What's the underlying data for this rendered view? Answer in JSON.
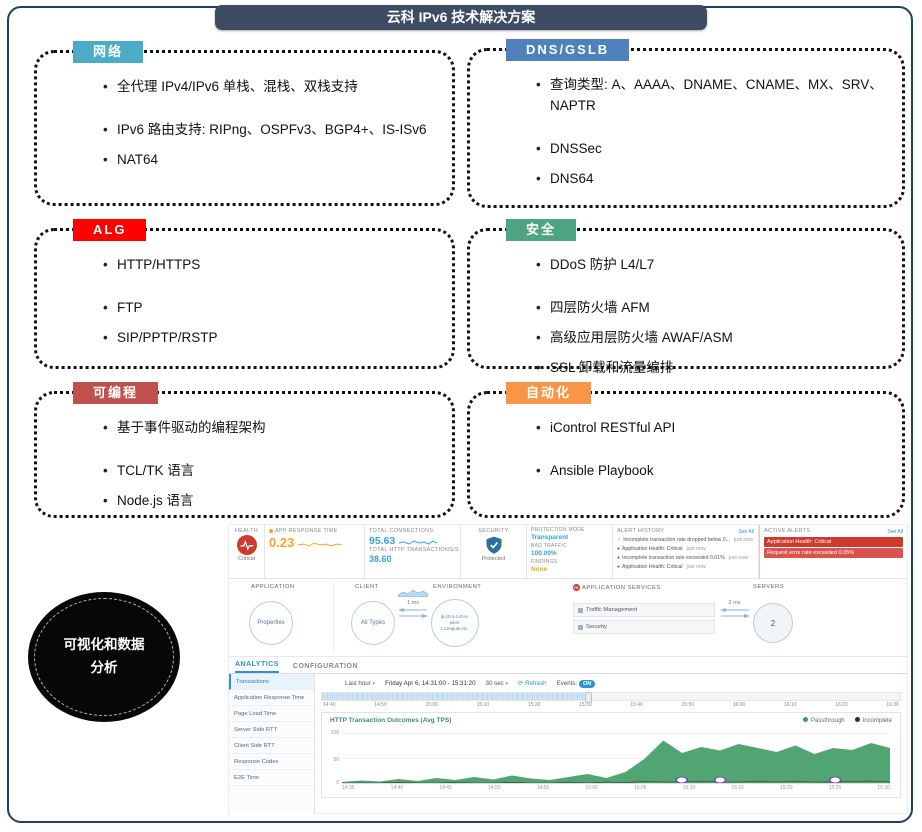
{
  "page": {
    "title": "云科 IPv6 技术解决方案"
  },
  "boxes": [
    {
      "label": "网络",
      "color": "#4bacc6",
      "bullets": [
        "全代理 IPv4/IPv6 单栈、混栈、双栈支持",
        "IPv6 路由支持: RIPng、OSPFv3、BGP4+、IS-ISv6",
        "NAT64"
      ]
    },
    {
      "label": "DNS/GSLB",
      "color": "#4f81bd",
      "bullets": [
        "查询类型: A、AAAA、DNAME、CNAME、MX、SRV、NAPTR",
        "DNSSec",
        "DNS64"
      ]
    },
    {
      "label": "ALG",
      "color": "#ff0000",
      "bullets": [
        "HTTP/HTTPS",
        "FTP",
        "SIP/PPTP/RSTP"
      ]
    },
    {
      "label": "安全",
      "color": "#4fa583",
      "bullets": [
        "DDoS 防护 L4/L7",
        "四层防火墙 AFM",
        "高级应用层防火墙 AWAF/ASM",
        "SSL 卸载和流量编排"
      ]
    },
    {
      "label": "可编程",
      "color": "#c0504d",
      "bullets": [
        "基于事件驱动的编程架构",
        "TCL/TK 语言",
        "Node.js 语言"
      ]
    },
    {
      "label": "自动化",
      "color": "#f79646",
      "bullets": [
        "iControl RESTful API",
        "Ansible Playbook"
      ]
    }
  ],
  "badge": {
    "text": "可视化和数据分析"
  },
  "dashboard": {
    "palette": {
      "blue": "#36a3dc",
      "orange": "#f5a623",
      "red": "#cf3a2f",
      "green": "#3e9b63",
      "dark": "#2d2d2d",
      "accent": "#2e95d3",
      "purple": "#7b4fa6"
    },
    "health": {
      "label": "HEALTH",
      "status": "Critical"
    },
    "app_response": {
      "label": "APP RESPONSE TIME",
      "value": "0.23"
    },
    "connections": {
      "label": "TOTAL CONNECTIONS:",
      "value": "95.63",
      "label2": "TOTAL HTTP TRANSACTIONS/S",
      "value2": "38.60"
    },
    "security": {
      "label": "SECURITY",
      "status": "Protected"
    },
    "protection": {
      "label": "PROTECTION MODE",
      "mode": "Transparent",
      "bad_traffic_label": "BAD TRAFFIC",
      "bad_traffic": "100.00%",
      "findings_label": "FINDINGS",
      "findings": "None"
    },
    "alert_history": {
      "label": "ALERT HISTORY",
      "see_all": "See All",
      "items": [
        {
          "icon": "✓",
          "icon_color": "#5cb85c",
          "text": "Incomplete transaction rate dropped below 0...",
          "time": "just now"
        },
        {
          "icon": "●",
          "icon_color": "#cf3a2f",
          "text": "Application Health: Critical",
          "time": "just now"
        },
        {
          "icon": "●",
          "icon_color": "#cf3a2f",
          "text": "Incomplete transaction rate exceeded 0.01%",
          "time": "just now"
        },
        {
          "icon": "●",
          "icon_color": "#cf3a2f",
          "text": "Application Health: Critical",
          "time": "just now"
        }
      ]
    },
    "active_alerts": {
      "label": "ACTIVE ALERTS",
      "see_all": "See All",
      "items": [
        "Application Health: Critical",
        "Request error rate exceeded 0.05%"
      ]
    },
    "map": {
      "application_label": "APPLICATION",
      "application_node": "Properties",
      "client_label": "CLIENT",
      "client_node": "All Types",
      "latency1": "1 ms",
      "environment_label": "ENVIRONMENT",
      "environment_node": "ip-10-1-1-8.us-west-2.compute.int...",
      "services_label": "APPLICATION SERVICES",
      "services": [
        "Traffic Management",
        "Security"
      ],
      "latency2": "2 ms",
      "servers_label": "SERVERS",
      "servers_count": "2"
    },
    "tabs": {
      "analytics": "ANALYTICS",
      "configuration": "CONFIGURATION"
    },
    "sidebar": [
      "Transactions",
      "Application Response Time",
      "Page Load Time",
      "Server Side RTT",
      "Client Side RTT",
      "Response Codes",
      "E2E Time"
    ],
    "toolbar": {
      "range": "Last hour",
      "date": "Friday Apr 6, 14:31:00 - 15:31:20",
      "interval": "30 sec",
      "refresh": "Refresh",
      "events_label": "Events:",
      "events_state": "ON"
    },
    "timeline_ticks": [
      "14:40",
      "14:50",
      "15:00",
      "15:10",
      "15:20",
      "15:30",
      "15:40",
      "15:50",
      "16:00",
      "16:10",
      "16:20",
      "16:30"
    ],
    "chart_data": {
      "type": "area",
      "title": "HTTP Transaction Outcomes (Avg TPS)",
      "ylim": [
        0,
        100
      ],
      "yticks": [
        "100",
        "50",
        "0"
      ],
      "xticks": [
        "14:35",
        "14:40",
        "14:45",
        "14:50",
        "14:55",
        "15:00",
        "15:05",
        "15:10",
        "15:15",
        "15:20",
        "15:25",
        "15:30"
      ],
      "legend": [
        {
          "name": "Passthrough",
          "color": "#3e9b63"
        },
        {
          "name": "Incomplete",
          "color": "#2d2d2d"
        }
      ],
      "series": [
        {
          "name": "Passthrough",
          "values": [
            2,
            5,
            3,
            8,
            4,
            10,
            6,
            12,
            7,
            15,
            9,
            6,
            12,
            18,
            10,
            22,
            48,
            85,
            60,
            72,
            65,
            78,
            70,
            62,
            75,
            58,
            70,
            66,
            80,
            70
          ]
        },
        {
          "name": "Incomplete",
          "values": [
            0,
            0,
            0,
            1,
            0,
            0,
            1,
            0,
            0,
            1,
            0,
            0,
            1,
            0,
            2,
            1,
            3,
            2,
            2,
            3,
            2,
            2,
            3,
            2,
            3,
            2,
            2,
            3,
            4,
            2
          ]
        }
      ],
      "event_positions": [
        0.62,
        0.69,
        0.9
      ]
    }
  }
}
